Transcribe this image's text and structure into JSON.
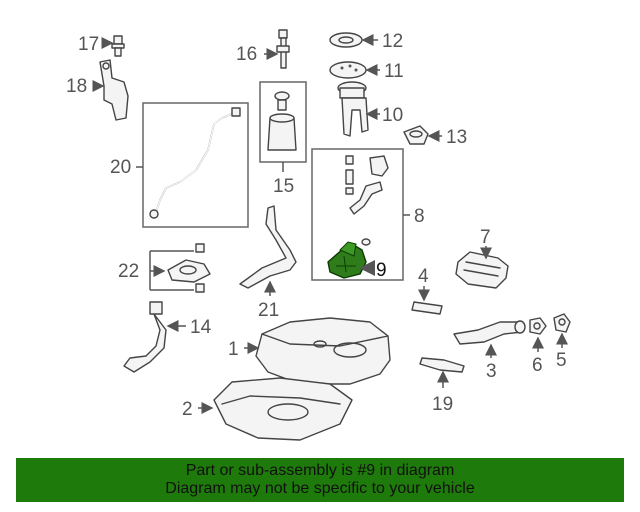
{
  "diagram": {
    "callouts": [
      {
        "id": "1",
        "text": "1"
      },
      {
        "id": "2",
        "text": "2"
      },
      {
        "id": "3",
        "text": "3"
      },
      {
        "id": "4",
        "text": "4"
      },
      {
        "id": "5",
        "text": "5"
      },
      {
        "id": "6",
        "text": "6"
      },
      {
        "id": "7",
        "text": "7"
      },
      {
        "id": "8",
        "text": "8"
      },
      {
        "id": "9",
        "text": "9"
      },
      {
        "id": "10",
        "text": "10"
      },
      {
        "id": "11",
        "text": "11"
      },
      {
        "id": "12",
        "text": "12"
      },
      {
        "id": "13",
        "text": "13"
      },
      {
        "id": "14",
        "text": "14"
      },
      {
        "id": "15",
        "text": "15"
      },
      {
        "id": "16",
        "text": "16"
      },
      {
        "id": "17",
        "text": "17"
      },
      {
        "id": "18",
        "text": "18"
      },
      {
        "id": "19",
        "text": "19"
      },
      {
        "id": "20",
        "text": "20"
      },
      {
        "id": "21",
        "text": "21"
      },
      {
        "id": "22",
        "text": "22"
      }
    ],
    "highlight_color": "#2e7d1a"
  },
  "banner": {
    "line1": "Part or sub-assembly is #9 in diagram",
    "line2": "Diagram may not be specific to your vehicle",
    "color": "#1f7a0c"
  }
}
